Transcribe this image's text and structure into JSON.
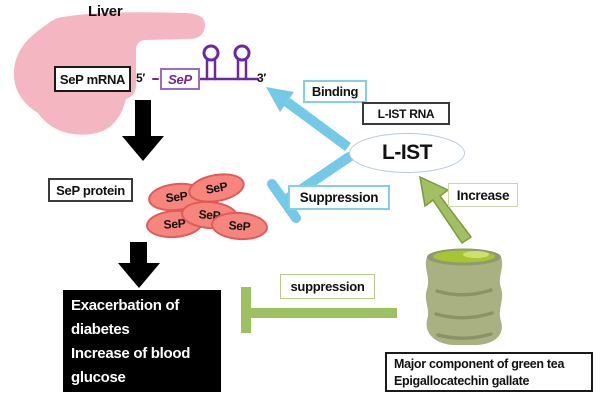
{
  "liver": {
    "label": "Liver"
  },
  "mrna": {
    "box": "SeP mRNA",
    "five_prime": "5′",
    "gene": "SeP",
    "three_prime": "3′"
  },
  "protein": {
    "box": "SeP protein",
    "molecules": [
      "SeP",
      "SeP",
      "SeP",
      "SeP",
      "SeP"
    ]
  },
  "list": {
    "rna_box": "L-IST RNA",
    "ellipse": "L-IST"
  },
  "labels": {
    "binding": "Binding",
    "suppression": "Suppression",
    "increase": "Increase",
    "suppression_lower": "suppression"
  },
  "outcome": {
    "lines": [
      "Exacerbation of",
      "diabetes",
      "Increase of blood",
      "glucose"
    ]
  },
  "green_tea": {
    "caption": [
      "Major component of green tea",
      "Epigallocatechin gallate"
    ]
  },
  "colors": {
    "liver_pink": "#f4b7c1",
    "mrna_purple": "#6d28a0",
    "cyan_arrow": "#74c9e8",
    "cyan_border": "#7fd0e8",
    "green_arrow": "#a2c063",
    "green_bar": "#9cc161",
    "green_border": "#b6cc8a",
    "protein_fill": "#f5857d",
    "protein_border": "#e05a58",
    "cup_body": "#a9b183",
    "tea_green": "#a6c530",
    "outcome_bg": "#000000"
  }
}
